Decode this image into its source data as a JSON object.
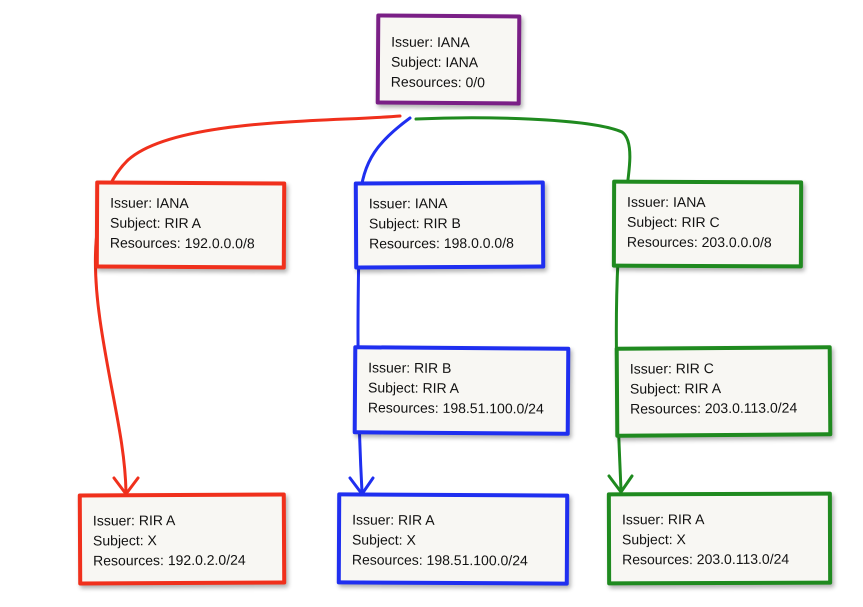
{
  "colors": {
    "purple": "#7a1f86",
    "red": "#f0301c",
    "blue": "#1f2ff0",
    "green": "#1f8a1f"
  },
  "certs": {
    "iana_root": {
      "issuer": "Issuer: IANA",
      "subject": "Subject: IANA",
      "resources": "Resources: 0/0"
    },
    "rir_a": {
      "issuer": "Issuer: IANA",
      "subject": "Subject: RIR A",
      "resources": "Resources: 192.0.0.0/8"
    },
    "rir_b": {
      "issuer": "Issuer: IANA",
      "subject": "Subject: RIR B",
      "resources": "Resources: 198.0.0.0/8"
    },
    "rir_c": {
      "issuer": "Issuer: IANA",
      "subject": "Subject: RIR C",
      "resources": "Resources: 203.0.0.0/8"
    },
    "rir_b_to_a": {
      "issuer": "Issuer: RIR B",
      "subject": "Subject: RIR A",
      "resources": "Resources: 198.51.100.0/24"
    },
    "rir_c_to_a": {
      "issuer": "Issuer: RIR C",
      "subject": "Subject: RIR A",
      "resources": "Resources: 203.0.113.0/24"
    },
    "x_red": {
      "issuer": "Issuer: RIR A",
      "subject": "Subject: X",
      "resources": "Resources: 192.0.2.0/24"
    },
    "x_blue": {
      "issuer": "Issuer: RIR A",
      "subject": "Subject: X",
      "resources": "Resources: 198.51.100.0/24"
    },
    "x_green": {
      "issuer": "Issuer: RIR A",
      "subject": "Subject: X",
      "resources": "Resources: 203.0.113.0/24"
    }
  }
}
